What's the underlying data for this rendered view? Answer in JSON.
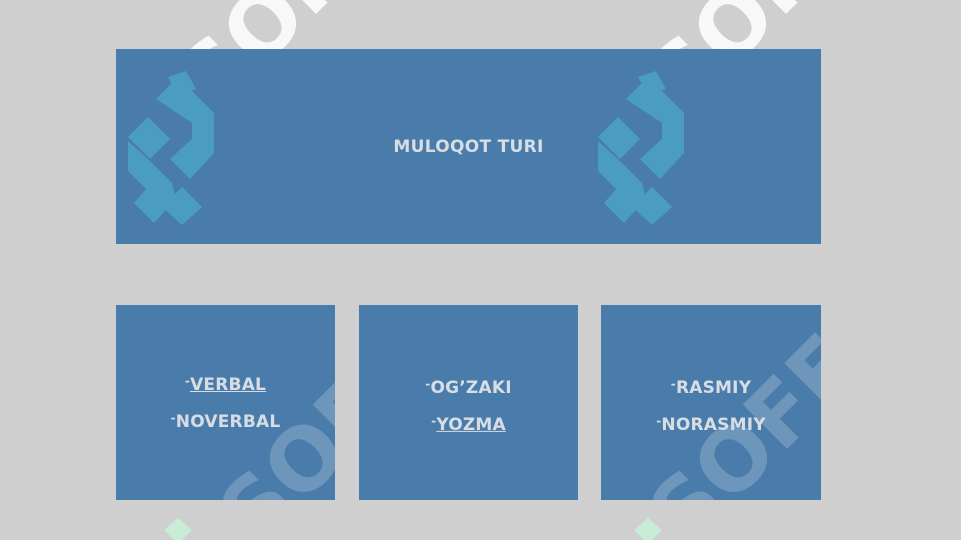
{
  "header": {
    "title": "MULOQOT TURI"
  },
  "columns": [
    {
      "items": [
        {
          "dash": "-",
          "text": "VERBAL",
          "underline": true
        },
        {
          "dash": "-",
          "text": "NOVERBAL",
          "underline": false
        }
      ]
    },
    {
      "items": [
        {
          "dash": "-",
          "text": "OG’ZAKI",
          "underline": false
        },
        {
          "dash": "-",
          "text": "YOZMA",
          "underline": true
        }
      ]
    },
    {
      "items": [
        {
          "dash": "-",
          "text": "RASMIY",
          "underline": false
        },
        {
          "dash": "-",
          "text": "NORASMIY",
          "underline": false
        }
      ]
    }
  ],
  "watermark": {
    "text": "SOFF"
  },
  "colors": {
    "background": "#cfcfcf",
    "box": "#4a7cab",
    "text": "#d7dde3",
    "watermark": "#ffffff",
    "logo": "#4a9cc0",
    "logo_bottom": "#c9ecd7"
  }
}
